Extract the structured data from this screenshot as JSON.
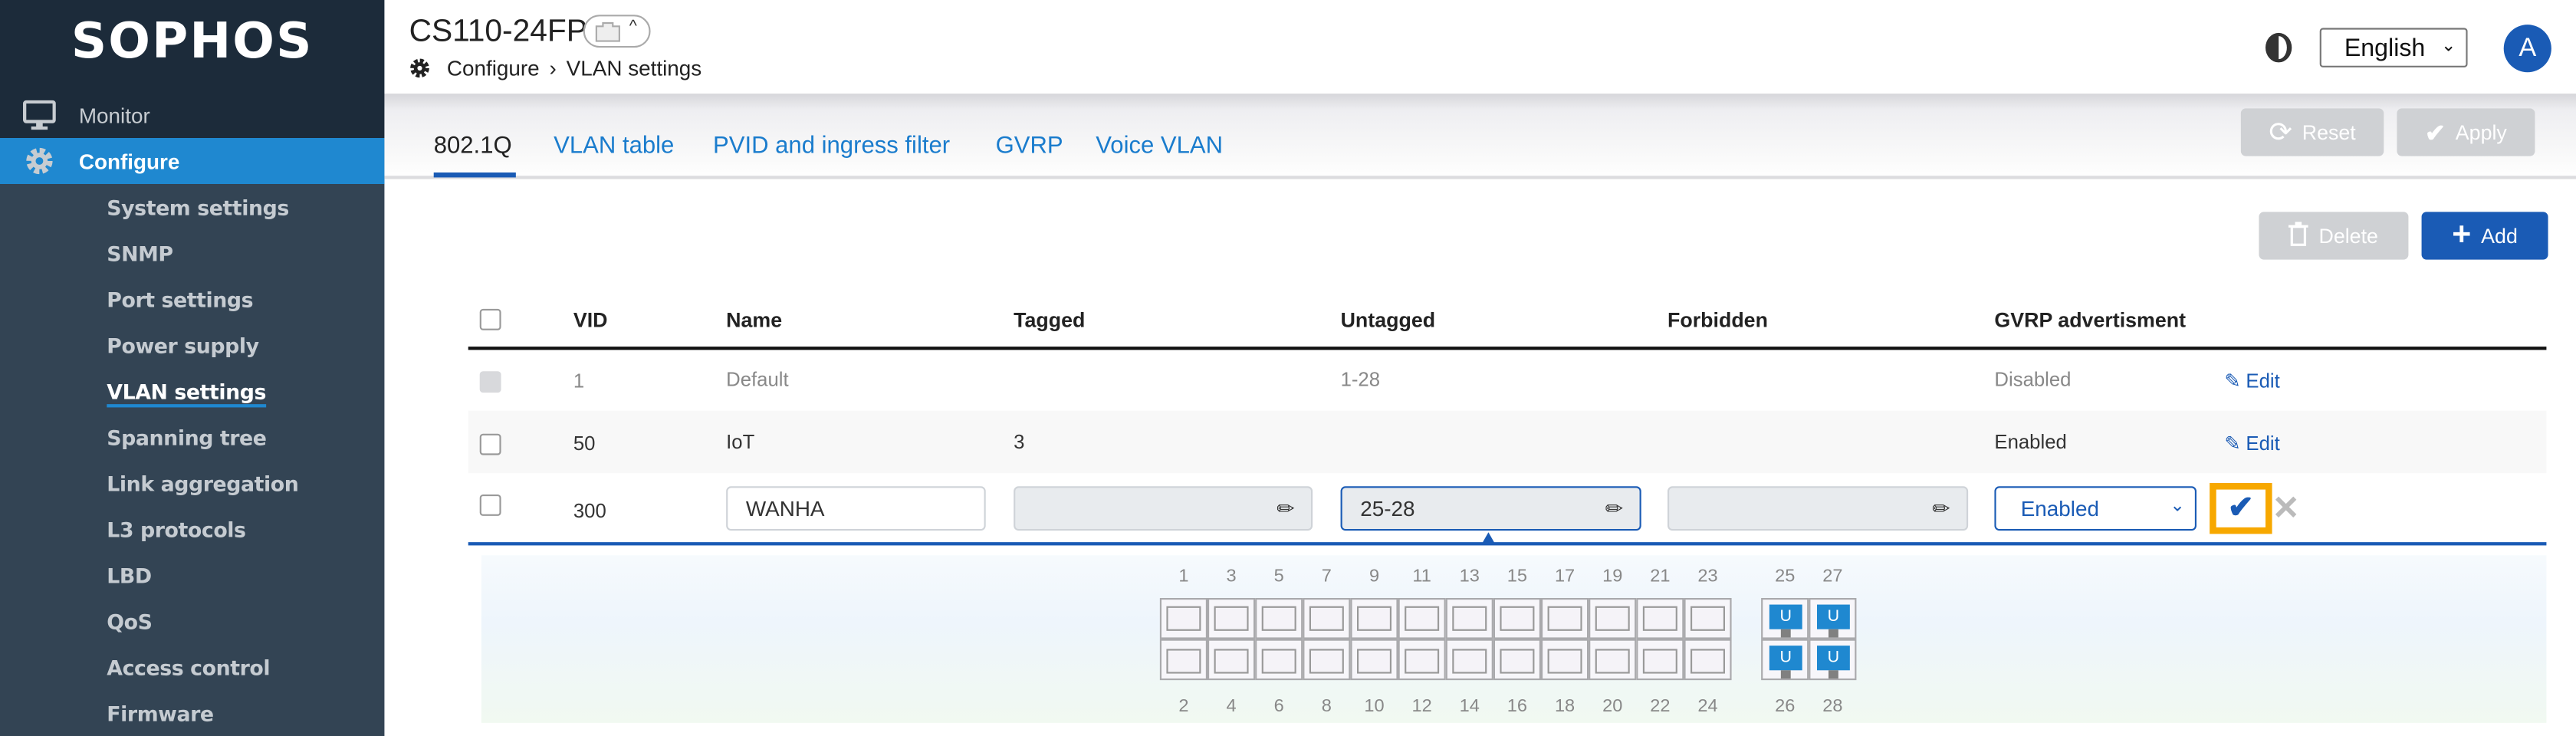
{
  "sidebar": {
    "logo": "SOPHOS",
    "monitor": "Monitor",
    "configure": "Configure",
    "items": [
      "System settings",
      "SNMP",
      "Port settings",
      "Power supply",
      "VLAN settings",
      "Spanning tree",
      "Link aggregation",
      "L3 protocols",
      "LBD",
      "QoS",
      "Access control",
      "Firmware"
    ],
    "active": "VLAN settings"
  },
  "header": {
    "title": "CS110-24FP",
    "breadcrumb_section": "Configure",
    "breadcrumb_sep": "›",
    "breadcrumb_page": "VLAN settings",
    "language": "English",
    "avatar": "A"
  },
  "tabs": [
    "802.1Q",
    "VLAN table",
    "PVID and ingress filter",
    "GVRP",
    "Voice VLAN"
  ],
  "toolbar": {
    "reset": "Reset",
    "apply": "Apply",
    "delete": "Delete",
    "add": "Add"
  },
  "table": {
    "headers": [
      "VID",
      "Name",
      "Tagged",
      "Untagged",
      "Forbidden",
      "GVRP advertisment"
    ],
    "rows": [
      {
        "vid": "1",
        "name": "Default",
        "tagged": "",
        "untagged": "1-28",
        "forbidden": "",
        "gvrp": "Disabled",
        "action": "Edit"
      },
      {
        "vid": "50",
        "name": "IoT",
        "tagged": "3",
        "untagged": "",
        "forbidden": "",
        "gvrp": "Enabled",
        "action": "Edit"
      }
    ],
    "edit_row": {
      "vid": "300",
      "name": "WANHA",
      "tagged": "",
      "untagged": "25-28",
      "forbidden": "",
      "gvrp": "Enabled"
    }
  },
  "ports": {
    "top": [
      "1",
      "3",
      "5",
      "7",
      "9",
      "11",
      "13",
      "15",
      "17",
      "19",
      "21",
      "23"
    ],
    "bottom": [
      "2",
      "4",
      "6",
      "8",
      "10",
      "12",
      "14",
      "16",
      "18",
      "20",
      "22",
      "24"
    ],
    "sfp_top": [
      "25",
      "27"
    ],
    "sfp_bottom": [
      "26",
      "28"
    ],
    "sfp_mark": "U"
  },
  "colors": {
    "accent": "#1a5bb5",
    "sidebar": "#334454",
    "active_nav": "#1f88d0",
    "highlight": "#f7a800"
  }
}
